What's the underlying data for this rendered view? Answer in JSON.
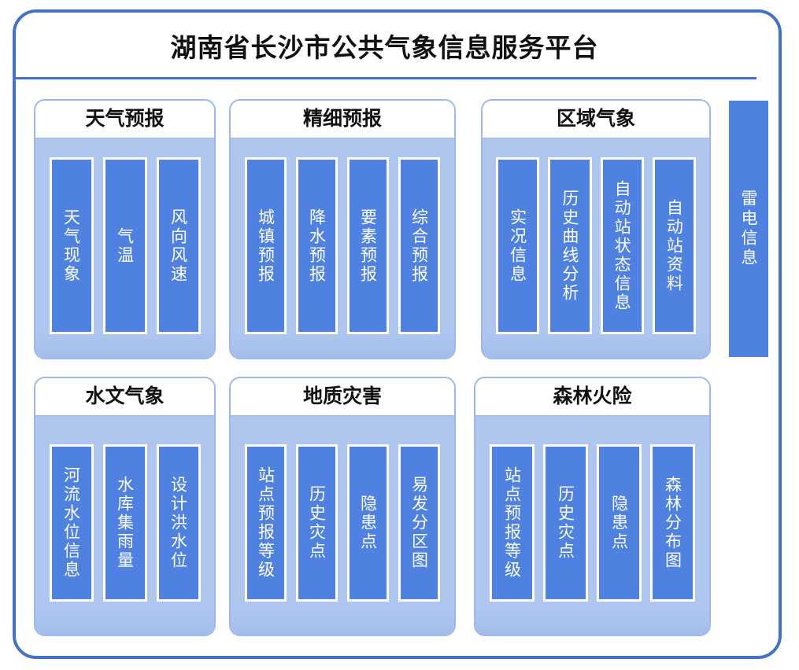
{
  "header": {
    "title": "湖南省长沙市公共气象信息服务平台"
  },
  "colors": {
    "frame_border": "#4472C4",
    "panel_border": "#9DB9E8",
    "panel_body_fill": "#AFC7EF",
    "item_bar_fill": "#4E81E0",
    "item_bar_border": "#FFFFFF",
    "title_text": "#111111",
    "item_text": "#FFFFFF"
  },
  "panels": [
    {
      "id": "weather",
      "title": "天气预报",
      "items": [
        {
          "label": "天气现象"
        },
        {
          "label": "气温"
        },
        {
          "label": "风向风速"
        }
      ]
    },
    {
      "id": "fine",
      "title": "精细预报",
      "items": [
        {
          "label": "城镇预报"
        },
        {
          "label": "降水预报"
        },
        {
          "label": "要素预报"
        },
        {
          "label": "综合预报"
        }
      ]
    },
    {
      "id": "regional",
      "title": "区域气象",
      "items": [
        {
          "label": "实况信息"
        },
        {
          "label": "历史曲线分析"
        },
        {
          "label": "自动站状态信息"
        },
        {
          "label": "自动站资料"
        }
      ]
    },
    {
      "id": "hydro",
      "title": "水文气象",
      "items": [
        {
          "label": "河流水位信息"
        },
        {
          "label": "水库集雨量"
        },
        {
          "label": "设计洪水位"
        }
      ]
    },
    {
      "id": "geo",
      "title": "地质灾害",
      "items": [
        {
          "label": "站点预报等级"
        },
        {
          "label": "历史灾点"
        },
        {
          "label": "隐患点"
        },
        {
          "label": "易发分区图"
        }
      ]
    },
    {
      "id": "forest",
      "title": "森林火险",
      "items": [
        {
          "label": "站点预报等级"
        },
        {
          "label": "历史灾点"
        },
        {
          "label": "隐患点"
        },
        {
          "label": "森林分布图"
        }
      ]
    }
  ],
  "standalone": {
    "lightning": {
      "label": "雷电信息"
    }
  }
}
